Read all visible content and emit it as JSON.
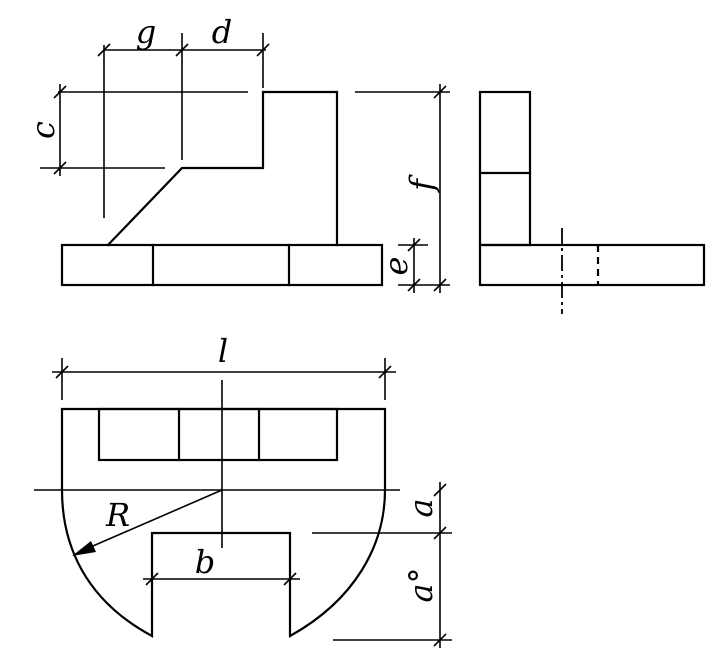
{
  "labels": {
    "g": "g",
    "d": "d",
    "c": "c",
    "f": "f",
    "e": "e",
    "l": "l",
    "R": "R",
    "b": "b",
    "a": "a",
    "a_deg": "a°"
  }
}
